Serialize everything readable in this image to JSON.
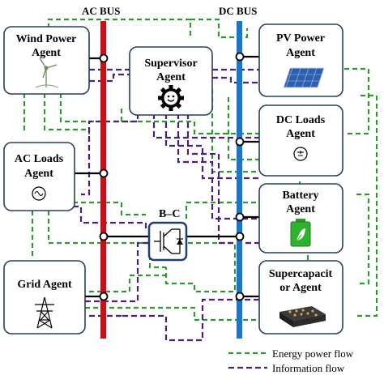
{
  "buses": {
    "ac": {
      "label": "AC BUS",
      "color": "#c0141c"
    },
    "dc": {
      "label": "DC BUS",
      "color": "#1f74c4"
    }
  },
  "agents": {
    "wind": {
      "line1": "Wind Power",
      "line2": "Agent"
    },
    "supervisor": {
      "line1": "Supervisor",
      "line2": "Agent"
    },
    "pv": {
      "line1": "PV Power",
      "line2": "Agent"
    },
    "ac_loads": {
      "line1": "AC Loads",
      "line2": "Agent"
    },
    "dc_loads": {
      "line1": "DC Loads",
      "line2": "Agent"
    },
    "battery": {
      "line1": "Battery",
      "line2": "Agent"
    },
    "grid": {
      "line1": "Grid Agent"
    },
    "supercap": {
      "line1": "Supercapacit",
      "line2": "or Agent"
    }
  },
  "converter": {
    "label": "B–C"
  },
  "legend": {
    "energy": {
      "label": "Energy power flow",
      "color": "#2e9a2e"
    },
    "info": {
      "label": "Information flow",
      "color": "#4b1f7a"
    }
  },
  "icons": [
    "wind-turbine-icon",
    "gear-smiley-icon",
    "solar-panel-icon",
    "ac-source-icon",
    "dc-source-icon",
    "battery-icon",
    "transmission-tower-icon",
    "supercapacitor-icon",
    "igbt-converter-icon"
  ]
}
